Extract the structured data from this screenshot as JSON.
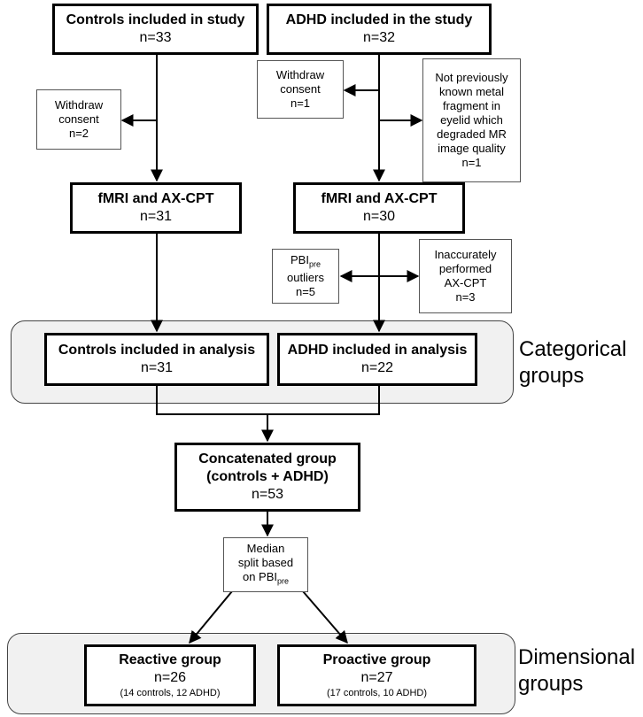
{
  "boxes": {
    "controls_study": {
      "title": "Controls included in study",
      "count": "n=33"
    },
    "adhd_study": {
      "title": "ADHD included in the study",
      "count": "n=32"
    },
    "withdraw_controls": {
      "line1": "Withdraw",
      "line2": "consent",
      "count": "n=2"
    },
    "withdraw_adhd": {
      "line1": "Withdraw",
      "line2": "consent",
      "count": "n=1"
    },
    "metal_fragment": {
      "lines": [
        "Not previously",
        "known metal",
        "fragment in",
        "eyelid which",
        "degraded MR",
        "image quality"
      ],
      "count": "n=1"
    },
    "fmri_controls": {
      "title": "fMRI and AX-CPT",
      "count": "n=31"
    },
    "fmri_adhd": {
      "title": "fMRI and AX-CPT",
      "count": "n=30"
    },
    "pbi_outliers": {
      "base": "PBI",
      "subscript": "pre",
      "line2": "outliers",
      "count": "n=5"
    },
    "inaccurate": {
      "line1": "Inaccurately",
      "line2": "performed",
      "line3": "AX-CPT",
      "count": "n=3"
    },
    "controls_analysis": {
      "title": "Controls included in analysis",
      "count": "n=31"
    },
    "adhd_analysis": {
      "title": "ADHD included in analysis",
      "count": "n=22"
    },
    "concatenated": {
      "line1": "Concatenated group",
      "line2": "(controls + ADHD)",
      "count": "n=53"
    },
    "median_split": {
      "line1": "Median",
      "line2": "split based",
      "line3_prefix": "on PBI",
      "line3_sub": "pre"
    },
    "reactive": {
      "title": "Reactive group",
      "count": "n=26",
      "detail": "(14 controls, 12 ADHD)"
    },
    "proactive": {
      "title": "Proactive group",
      "count": "n=27",
      "detail": "(17 controls, 10 ADHD)"
    }
  },
  "group_labels": {
    "categorical": {
      "line1": "Categorical",
      "line2": "groups"
    },
    "dimensional": {
      "line1": "Dimensional",
      "line2": "groups"
    }
  },
  "colors": {
    "line": "#000000",
    "group_fill": "#f1f1f1",
    "side_border": "#555555"
  }
}
